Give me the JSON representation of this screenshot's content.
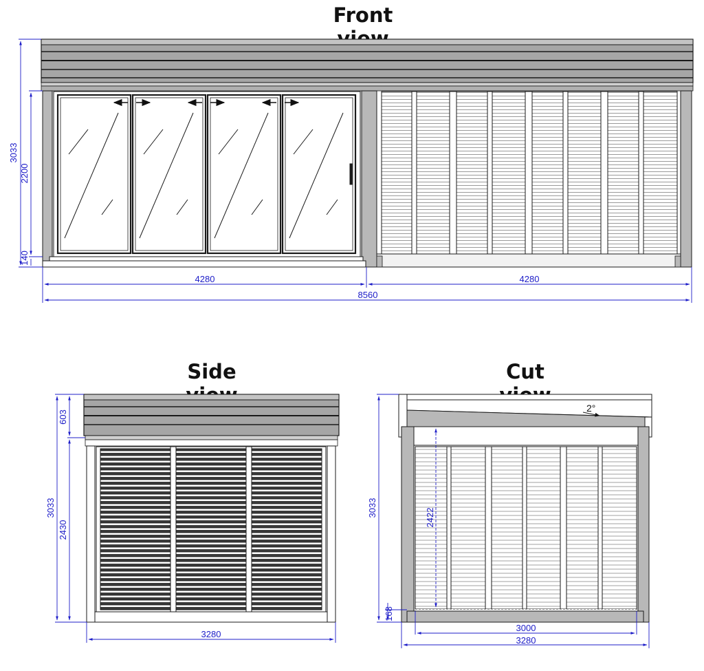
{
  "views": {
    "front": {
      "title": "Front view"
    },
    "side": {
      "title": "Side view"
    },
    "cut": {
      "title": "Cut view"
    }
  },
  "dimensions": {
    "front": {
      "total_height": "3033",
      "door_height": "2200",
      "base_height": "140",
      "left_width": "4280",
      "right_width": "4280",
      "total_width": "8560"
    },
    "side": {
      "roof_height": "603",
      "total_height": "3033",
      "wall_height": "2430",
      "width": "3280"
    },
    "cut": {
      "total_height": "3033",
      "inner_height": "2422",
      "base_height": "168",
      "inner_width": "3000",
      "outer_width": "3280",
      "roof_angle": "2°"
    }
  },
  "colors": {
    "dimension": "#1c1cc8",
    "roof_fill": "#a6a6a6",
    "frame_fill": "#b8b8b8",
    "slat_line": "#9a9a9a",
    "outline": "#1a1a1a"
  }
}
